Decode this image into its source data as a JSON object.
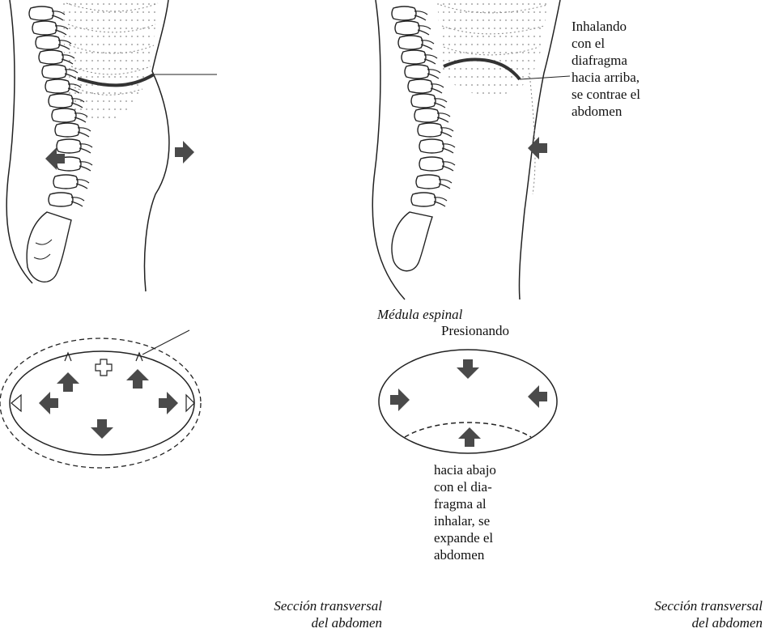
{
  "labels": {
    "inhale_up": "Inhalando\ncon el\ndiafragma\nhacia arriba,\nse contrae el\nabdomen",
    "spinal_cord": "Médula espinal",
    "pressing": "Presionando",
    "inhale_down": "hacia abajo\ncon el dia-\nfragma al\ninhalar, se\nexpande el\nabdomen",
    "caption_left": "Sección transversal\ndel abdomen",
    "caption_right": "Sección transversal\ndel abdomen"
  },
  "colors": {
    "line": "#222222",
    "arrow": "#4a4a4a",
    "dots": "#8a8a8a"
  },
  "icons": [
    "arrow-left-icon",
    "arrow-right-icon",
    "arrow-up-icon",
    "arrow-down-icon"
  ]
}
